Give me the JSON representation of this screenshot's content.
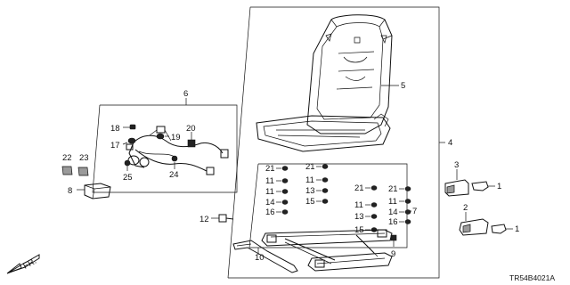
{
  "diagram": {
    "diagram_code": "TR54B4021A",
    "direction_label": "FR."
  },
  "callouts": {
    "c1a": "1",
    "c1b": "1",
    "c2": "2",
    "c3": "3",
    "c4": "4",
    "c5": "5",
    "c6": "6",
    "c7": "7",
    "c8": "8",
    "c9": "9",
    "c10": "10",
    "c12": "12",
    "c17": "17",
    "c18": "18",
    "c19": "19",
    "c20": "20",
    "c22": "22",
    "c23": "23",
    "c24": "24",
    "c25": "25"
  },
  "hardware_grid": {
    "col1": [
      "21",
      "11",
      "11",
      "14",
      "16"
    ],
    "col2": [
      "21",
      "11",
      "13",
      "15"
    ],
    "col3": [
      "21",
      "11",
      "13",
      "15"
    ],
    "col4": [
      "21",
      "11",
      "14",
      "16"
    ]
  }
}
